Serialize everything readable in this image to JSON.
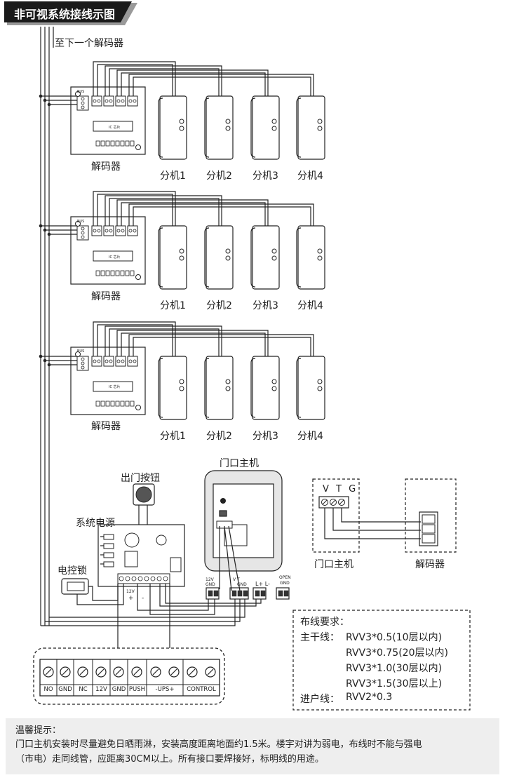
{
  "title": "非可视系统接线示图",
  "next_decoder_label": "至下一个解码器",
  "decoder_label": "解码器",
  "decoder_chip_label": "IC 芯片",
  "decoder_bus_label": "BUS",
  "handsets": [
    "分机1",
    "分机2",
    "分机3",
    "分机4"
  ],
  "exit_button_label": "出门按钮",
  "power_supply_label": "系统电源",
  "electric_lock_label": "电控锁",
  "door_station_label": "门口主机",
  "small_labels": {
    "psu_12v": "12V",
    "psu_plus": "+",
    "psu_minus": "-",
    "conn_12v": "12V",
    "conn_gnd": "GND",
    "conn_vt": "V T",
    "conn_gnd2": "GND",
    "conn_l": "L+ L-",
    "conn_open": "OPEN",
    "conn_gnd3": "GND"
  },
  "terminal_strip": [
    "NO",
    "GND",
    "NC",
    "12V",
    "GND",
    "PUSH",
    "-UPS+",
    "CONTROL"
  ],
  "vtg_diagram": {
    "header": "V T G",
    "side_label": "V T G",
    "left_label": "门口主机",
    "right_label": "解码器"
  },
  "wiring_requirements": {
    "heading": "布线要求：",
    "main_line_label": "主干线：",
    "main_lines": [
      "RVV3*0.5(10层以内)",
      "RVV3*0.75(20层以内)",
      "RVV3*1.0(30层以内)",
      "RVV3*1.5(30层以上)"
    ],
    "branch_line_label": "进户线：",
    "branch_line": "RVV2*0.3"
  },
  "tips": {
    "heading": "温馨提示：",
    "line1": "门口主机安装时尽量避免日晒雨淋，安装高度距离地面约1.5米。楼宇对讲为弱电，布线时不能与强电",
    "line2": "（市电）走同线管，应距离30CM以上。所有接口要焊接好，标明线的用途。"
  },
  "colors": {
    "title_bg": "#1a1a1a",
    "title_shadow": "#9a9a9a",
    "line": "#222222",
    "door_station_bg": "#e6e6e6",
    "tip_bg": "#eeeeee"
  }
}
